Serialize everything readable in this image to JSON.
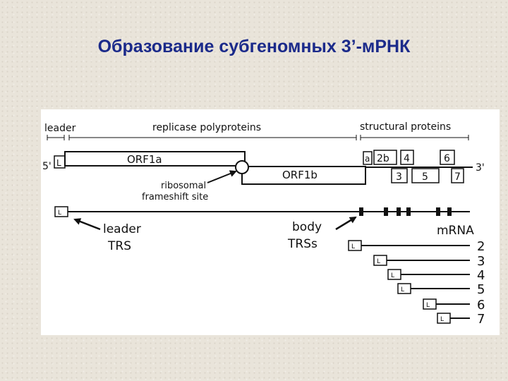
{
  "slide": {
    "title": "Образование субгеномных 3’-мРНК"
  },
  "figure": {
    "regions": {
      "leader": "leader",
      "replicase": "replicase polyproteins",
      "structural": "structural proteins"
    },
    "ends": {
      "five_prime": "5'",
      "three_prime": "3'"
    },
    "genes": {
      "L": "L",
      "orf1a": "ORF1a",
      "orf1b": "ORF1b",
      "a": "a",
      "b2": "2b",
      "g3": "3",
      "g4": "4",
      "g5": "5",
      "g6": "6",
      "g7": "7"
    },
    "frameshift": {
      "line1": "ribosomal",
      "line2": "frameshift site"
    },
    "trs": {
      "leader": {
        "line1": "leader",
        "line2": "TRS"
      },
      "body": {
        "line1": "body",
        "line2": "TRSs"
      }
    },
    "mrna": {
      "header": "mRNA",
      "box_label": "L",
      "numbers": [
        "2",
        "3",
        "4",
        "5",
        "6",
        "7"
      ]
    }
  }
}
